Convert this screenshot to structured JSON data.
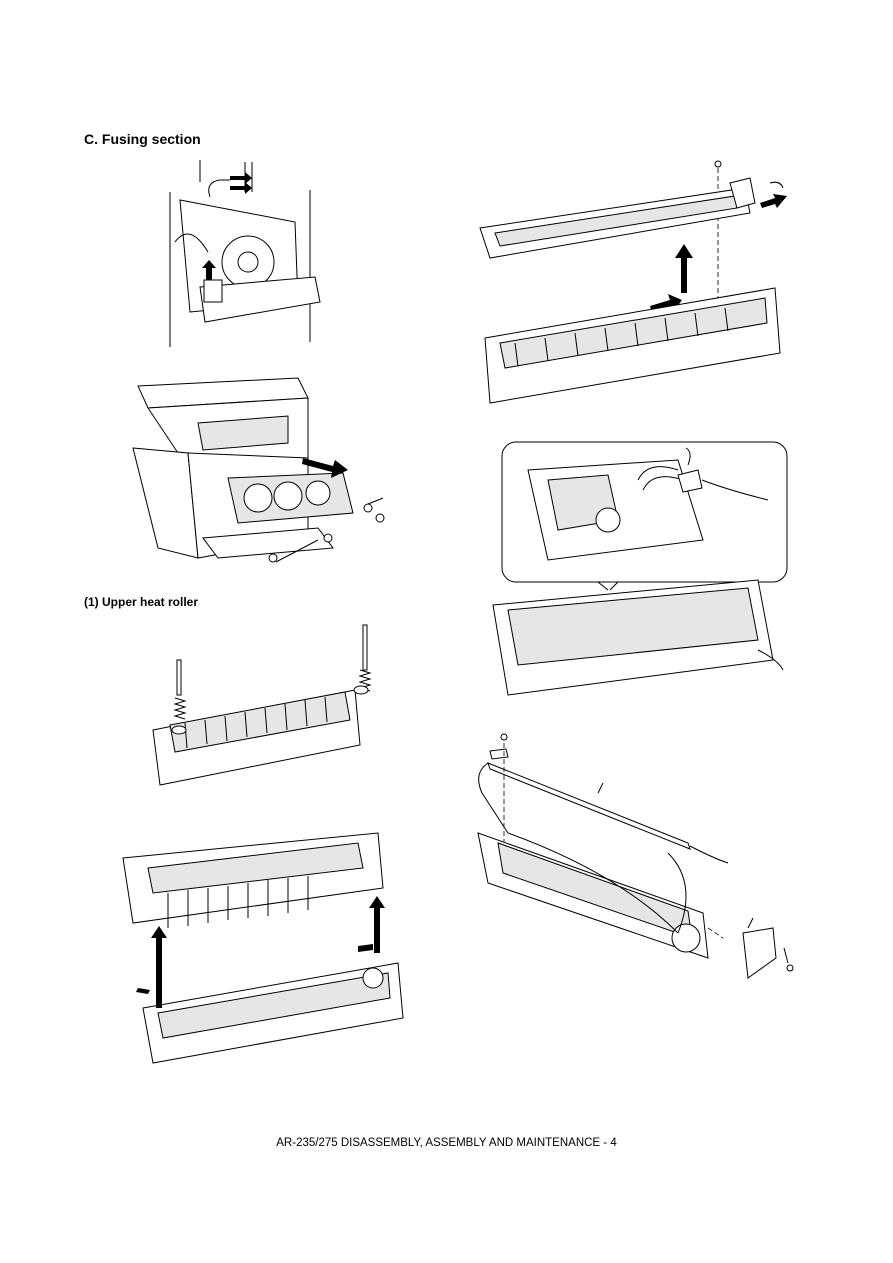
{
  "page": {
    "section_title": "C.  Fusing section",
    "subsection_title": "(1)   Upper heat roller",
    "footer": "AR-235/275 DISASSEMBLY, ASSEMBLY AND MAINTENANCE - 4"
  },
  "figures": [
    {
      "id": "fig-connector-disconnect",
      "icon": "motor-connector-diagram"
    },
    {
      "id": "fig-fusing-unit-removal",
      "icon": "copier-fusing-unit-diagram"
    },
    {
      "id": "fig-springs-removal",
      "icon": "fusing-springs-diagram"
    },
    {
      "id": "fig-upper-frame-separation",
      "icon": "upper-frame-diagram"
    },
    {
      "id": "fig-cover-removal",
      "icon": "fusing-cover-diagram"
    },
    {
      "id": "fig-thermistor-wire",
      "icon": "thermistor-wire-diagram"
    },
    {
      "id": "fig-heater-lamp-removal",
      "icon": "heater-lamp-diagram"
    }
  ]
}
